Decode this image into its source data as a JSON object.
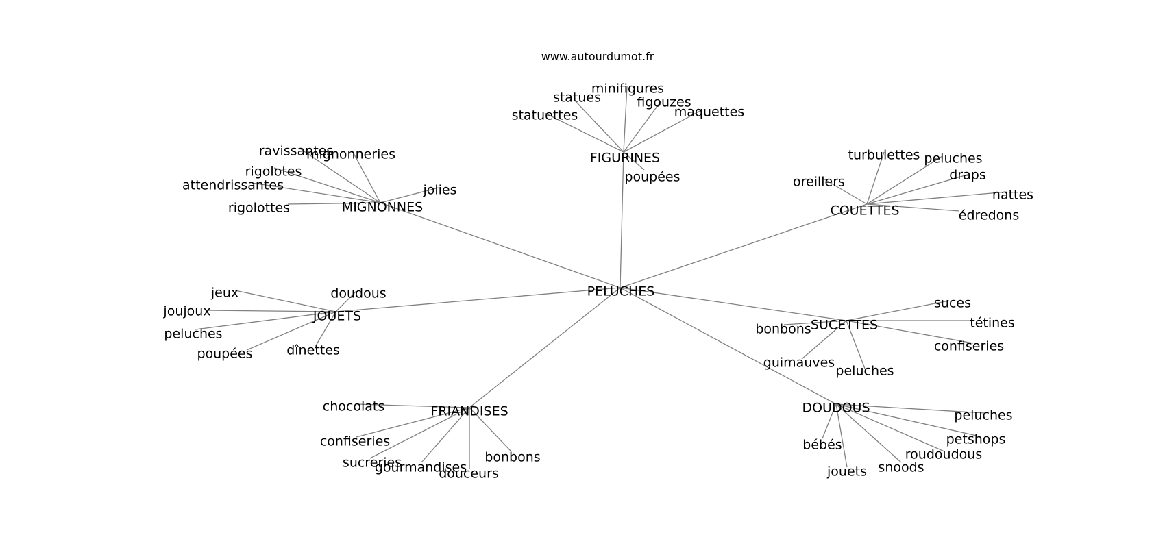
{
  "site": "www.autourdumot.fr",
  "center": "PELUCHES",
  "groups": [
    {
      "label": "FIGURINES",
      "leaves": [
        "statuettes",
        "statues",
        "minifigures",
        "figouzes",
        "maquettes",
        "poupées"
      ]
    },
    {
      "label": "MIGNONNES",
      "leaves": [
        "ravissantes",
        "mignonneries",
        "rigolotes",
        "attendrissantes",
        "rigolottes",
        "jolies"
      ]
    },
    {
      "label": "COUETTES",
      "leaves": [
        "turbulettes",
        "peluches",
        "oreillers",
        "draps",
        "nattes",
        "édredons"
      ]
    },
    {
      "label": "JOUETS",
      "leaves": [
        "jeux",
        "doudous",
        "joujoux",
        "peluches",
        "poupées",
        "dînettes"
      ]
    },
    {
      "label": "SUCETTES",
      "leaves": [
        "suces",
        "tétines",
        "bonbons",
        "confiseries",
        "guimauves",
        "peluches"
      ]
    },
    {
      "label": "FRIANDISES",
      "leaves": [
        "chocolats",
        "confiseries",
        "sucreries",
        "gourmandises",
        "douceurs",
        "bonbons"
      ]
    },
    {
      "label": "DOUDOUS",
      "leaves": [
        "peluches",
        "petshops",
        "roudoudous",
        "bébés",
        "snoods",
        "jouets"
      ]
    }
  ]
}
